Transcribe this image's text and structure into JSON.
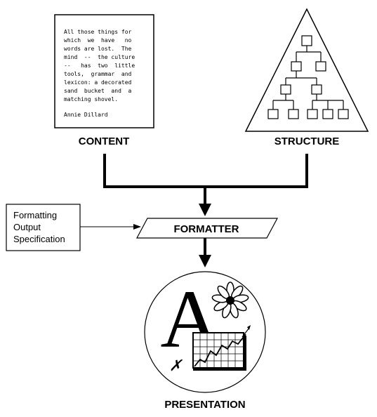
{
  "content": {
    "quote_lines": [
      "All those things for",
      "which  we  have   no",
      "words are lost.  The",
      "mind  --  the culture",
      "--   has  two  little",
      "tools,  grammar  and",
      "lexicon: a decorated",
      "sand  bucket  and  a",
      "matching shovel."
    ],
    "author": "Annie Dillard",
    "label": "CONTENT"
  },
  "structure": {
    "label": "STRUCTURE"
  },
  "spec": {
    "lines": [
      "Formatting",
      "Output",
      "Specification"
    ]
  },
  "formatter": {
    "label": "FORMATTER"
  },
  "presentation": {
    "label": "PRESENTATION",
    "glyph": "A",
    "mark": "✗"
  }
}
